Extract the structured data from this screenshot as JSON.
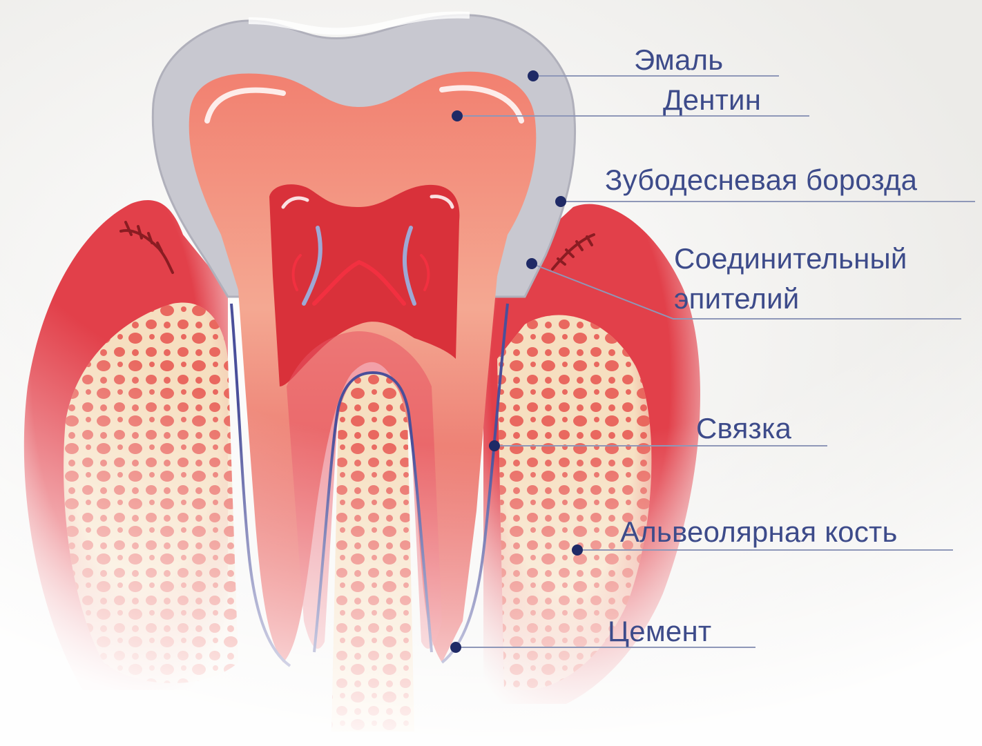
{
  "labels": [
    {
      "id": "enamel",
      "text": "Эмаль"
    },
    {
      "id": "dentin",
      "text": "Дентин"
    },
    {
      "id": "sulcus",
      "text": "Зубодесневая борозда"
    },
    {
      "id": "junctional",
      "lines": [
        "Соединительный",
        "эпителий"
      ]
    },
    {
      "id": "ligament",
      "text": "Связка"
    },
    {
      "id": "bone",
      "text": "Альвеолярная кость"
    },
    {
      "id": "cementum",
      "text": "Цемент"
    }
  ],
  "colors": {
    "background": "#f4f2f0",
    "enamel": "#c6c6ce",
    "dentin": "#f0705e",
    "pulp": "#d9313a",
    "gum": "#e2404a",
    "bone": "#f6dfc0",
    "bone_pores": "#e85a50",
    "ligament_line": "#4a4f9a",
    "label_text": "#3d4b8a",
    "leader_line": "#8e97b8",
    "marker": "#1f2a66"
  }
}
